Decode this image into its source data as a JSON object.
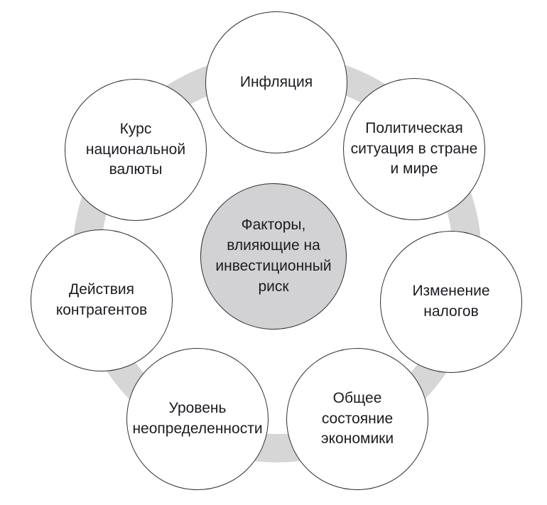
{
  "diagram": {
    "center": {
      "lines": [
        "Факторы,",
        "влияющие на",
        "инвестиционный",
        "риск"
      ]
    },
    "nodes": [
      {
        "id": "inflation",
        "lines": [
          "Инфляция"
        ]
      },
      {
        "id": "political-situation",
        "lines": [
          "Политическая",
          "ситуация в стране",
          "и мире"
        ]
      },
      {
        "id": "tax-changes",
        "lines": [
          "Изменение",
          "налогов"
        ]
      },
      {
        "id": "economy-state",
        "lines": [
          "Общее",
          "состояние",
          "экономики"
        ]
      },
      {
        "id": "uncertainty-level",
        "lines": [
          "Уровень",
          "неопределенности"
        ]
      },
      {
        "id": "counterparty-actions",
        "lines": [
          "Действия",
          "контрагентов"
        ]
      },
      {
        "id": "national-currency-rate",
        "lines": [
          "Курс",
          "национальной",
          "валюты"
        ]
      }
    ]
  },
  "colors": {
    "background": "#ffffff",
    "ring": "#d6d6d6",
    "center_fill": "#d2d2d4",
    "node_fill": "#ffffff",
    "node_border": "#2f2f33",
    "text": "#1b1b22"
  }
}
